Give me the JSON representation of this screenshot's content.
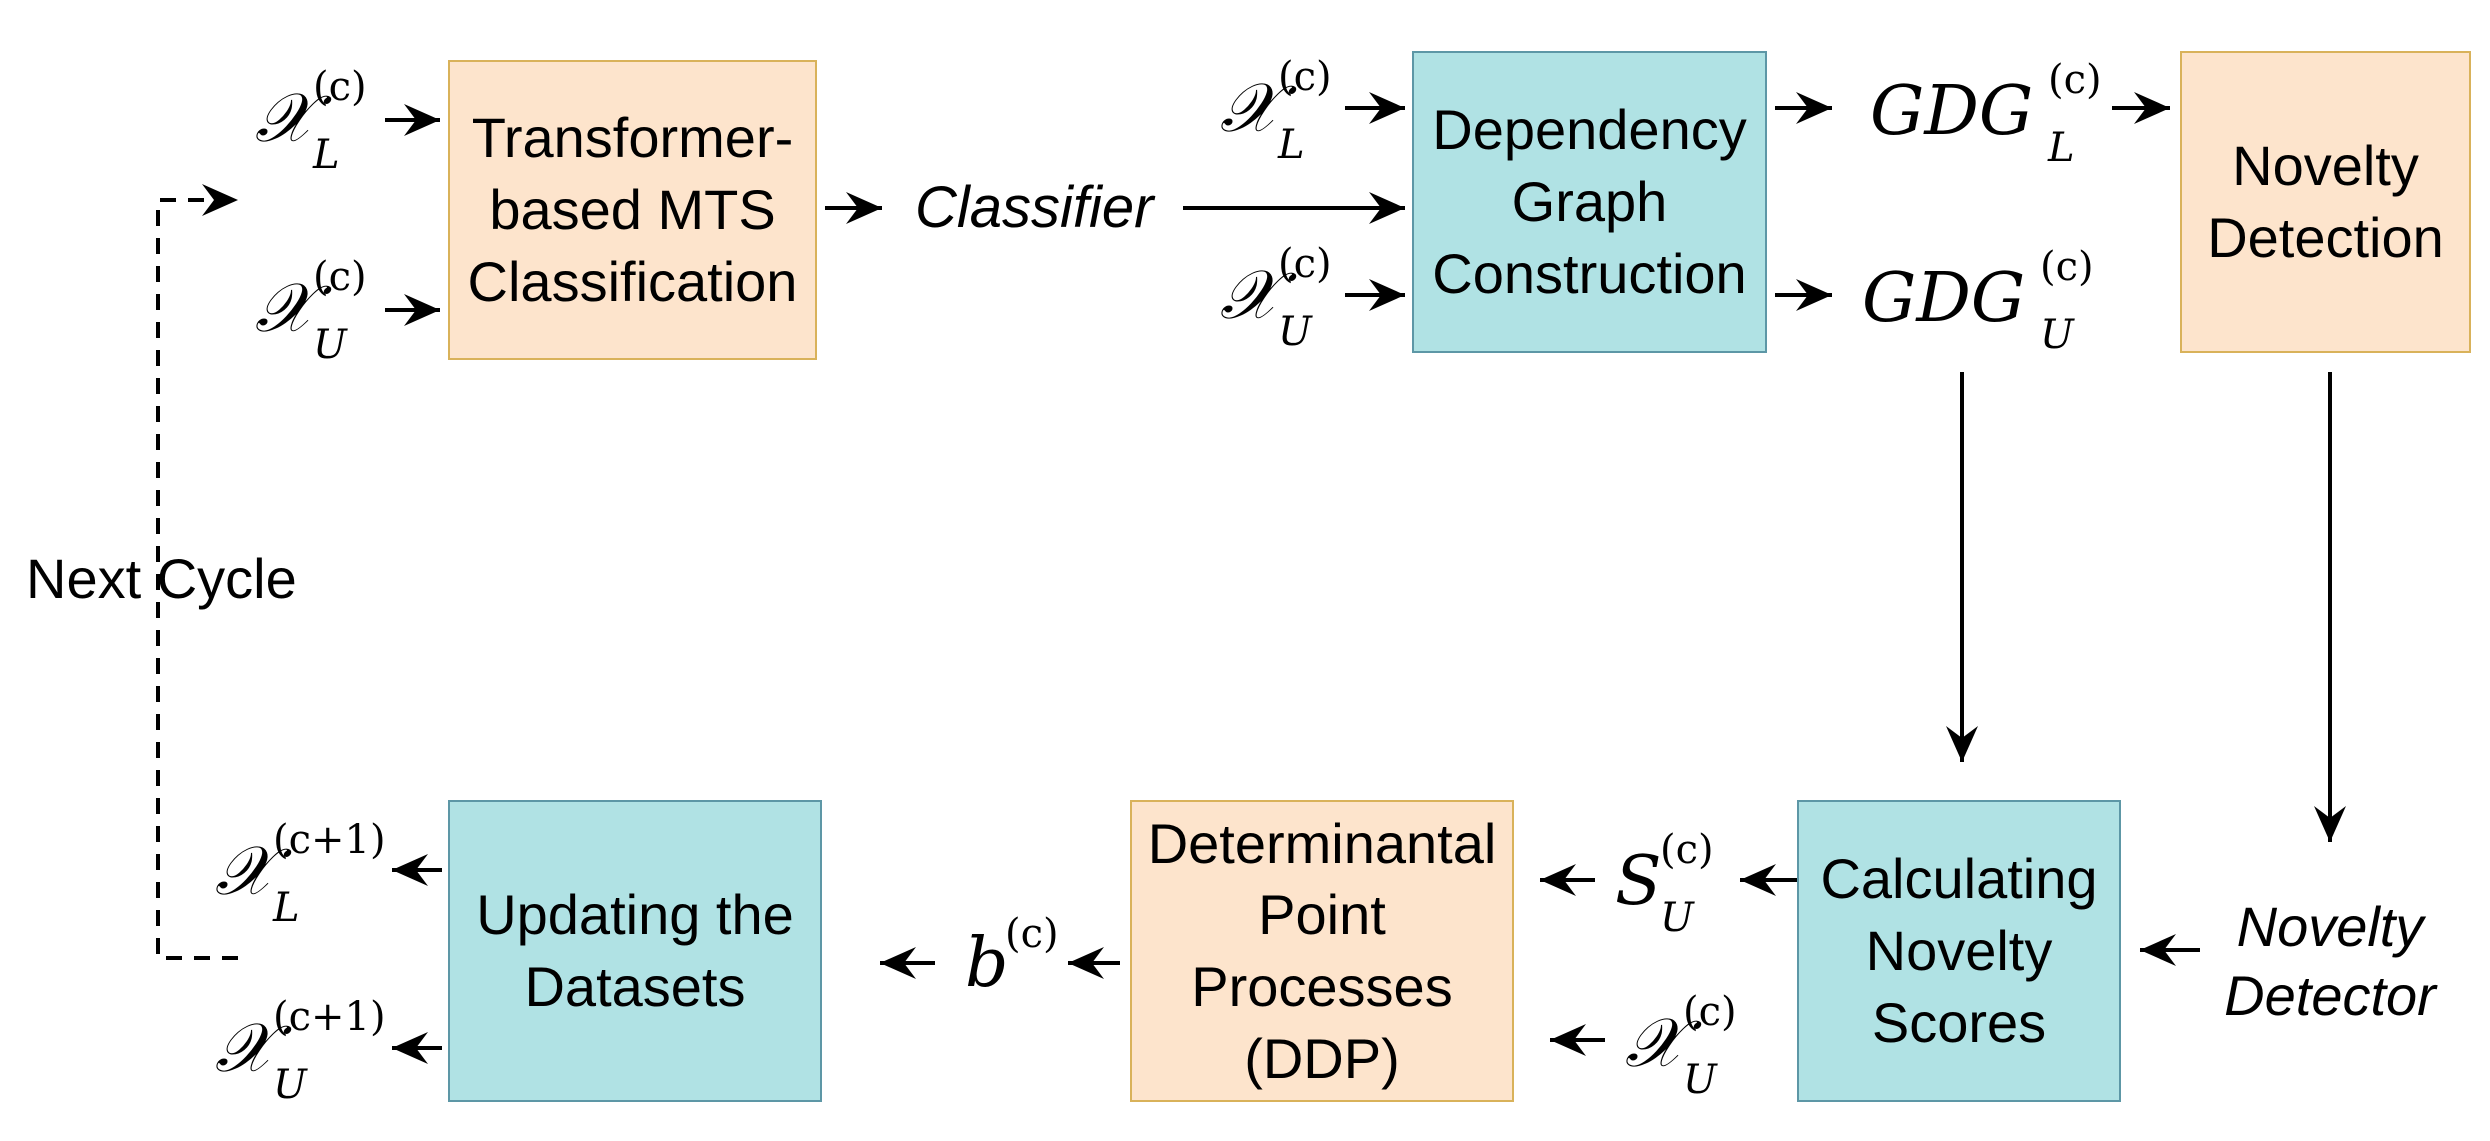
{
  "boxes": {
    "transformer": "Transformer-\nbased MTS\nClassification",
    "dependency": "Dependency\nGraph\nConstruction",
    "novelty_detection": "Novelty\nDetection",
    "calculating": "Calculating\nNovelty\nScores",
    "dpp": "Determinantal\nPoint\nProcesses\n(DDP)",
    "updating": "Updating the\nDatasets"
  },
  "labels": {
    "classifier": "Classifier",
    "novelty_detector": "Novelty\nDetector",
    "next_cycle": "Next Cycle"
  },
  "symbols": {
    "x_base": "𝒳",
    "gdg_base": "GDG",
    "s_base": "S",
    "b_base": "b",
    "sub_L": "L",
    "sub_U": "U",
    "sup_c": "(c)",
    "sup_c1": "(c+1)"
  },
  "colors": {
    "orange_fill": "#fde4cc",
    "orange_border": "#d9b25a",
    "teal_fill": "#b0e2e4",
    "teal_border": "#5d97a6"
  }
}
